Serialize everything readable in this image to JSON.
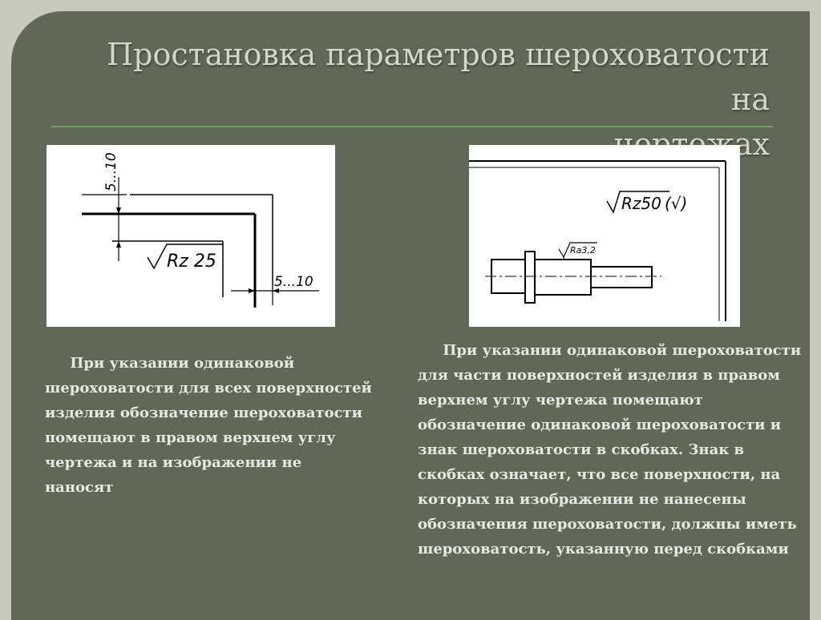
{
  "slide": {
    "title_line1": "Простановка параметров шероховатости на",
    "title_line2": "чертежах"
  },
  "left_figure": {
    "dim_vertical": "5...10",
    "roughness": "Rz 25",
    "dim_horizontal": "5...10"
  },
  "right_figure": {
    "roughness_corner": "Rz50",
    "roughness_part": "Ra3,2"
  },
  "captions": {
    "left": "При указании одинаковой шероховатости для всех поверхностей изделия обозначение шероховатости помещают в правом верхнем углу чертежа и на изображении не наносят",
    "right": "При указании одинаковой шероховатости для части поверхностей изделия в правом верхнем углу чертежа помещают обозначение одинаковой шероховатости и знак шероховатости в скобках. Знак в скобках означает, что все поверхности, на которых на изображении не нанесены обозначения шероховатости, должны иметь шероховатость, указанную перед скобками"
  },
  "colors": {
    "background": "#c8cabf",
    "panel": "#616857",
    "accent_line": "#7d9a6a",
    "text": "#e8e9e2"
  }
}
